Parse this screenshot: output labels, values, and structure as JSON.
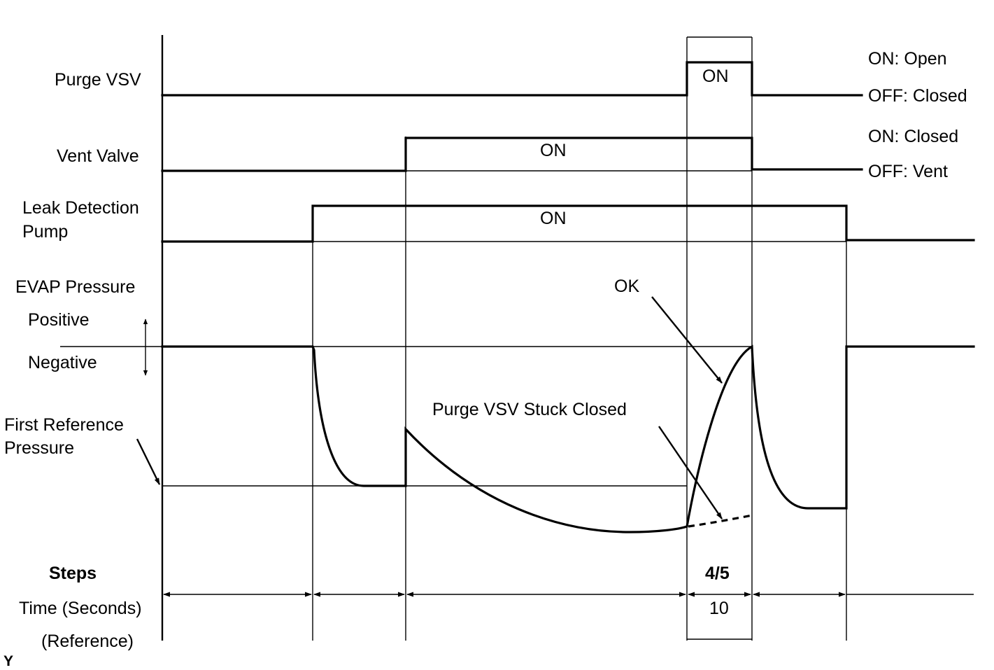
{
  "signals": {
    "purge_vsv": {
      "label": "Purge VSV",
      "on_text": "ON",
      "state_on": "ON: Open",
      "state_off": "OFF: Closed"
    },
    "vent_valve": {
      "label": "Vent Valve",
      "on_text": "ON",
      "state_on": "ON: Closed",
      "state_off": "OFF: Vent"
    },
    "leak_pump": {
      "label_line1": "Leak Detection",
      "label_line2": "Pump",
      "on_text": "ON"
    }
  },
  "evap": {
    "label": "EVAP Pressure",
    "positive": "Positive",
    "negative": "Negative",
    "ref_line1": "First Reference",
    "ref_line2": "Pressure",
    "ok_label": "OK",
    "stuck_label": "Purge VSV Stuck Closed"
  },
  "steps": {
    "label": "Steps",
    "step_value": "4/5",
    "time_label": "Time (Seconds)",
    "time_value": "10",
    "reference_label": "(Reference)"
  },
  "corner_mark": "Y"
}
